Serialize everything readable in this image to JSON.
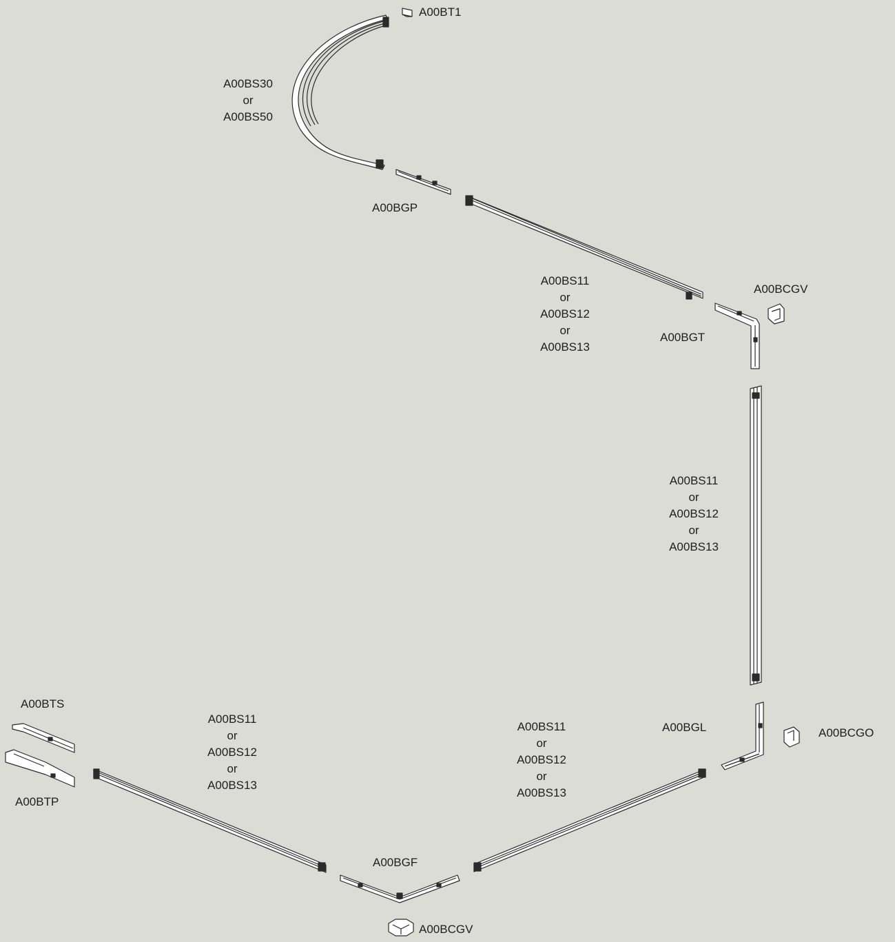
{
  "colors": {
    "background": "#dcdcd6",
    "part_fill": "#ffffff",
    "part_line": "#2a2a2a",
    "text": "#1e1e1e"
  },
  "labels": {
    "end_cap_top": "A00BT1",
    "curve": [
      "A00BS30",
      "or",
      "A00BS50"
    ],
    "straight_connector": "A00BGP",
    "track_top": [
      "A00BS11",
      "or",
      "A00BS12",
      "or",
      "A00BS13"
    ],
    "cover_top": "A00BCGV",
    "corner_top": "A00BGT",
    "track_vertical": [
      "A00BS11",
      "or",
      "A00BS12",
      "or",
      "A00BS13"
    ],
    "feed_surface": "A00BTS",
    "feed_plaster": "A00BTP",
    "track_lower_left": [
      "A00BS11",
      "or",
      "A00BS12",
      "or",
      "A00BS13"
    ],
    "track_lower_right": [
      "A00BS11",
      "or",
      "A00BS12",
      "or",
      "A00BS13"
    ],
    "corner_lower": "A00BGL",
    "cover_lower": "A00BCGO",
    "corner_bottom": "A00BGF",
    "cover_bottom": "A00BCGV"
  }
}
